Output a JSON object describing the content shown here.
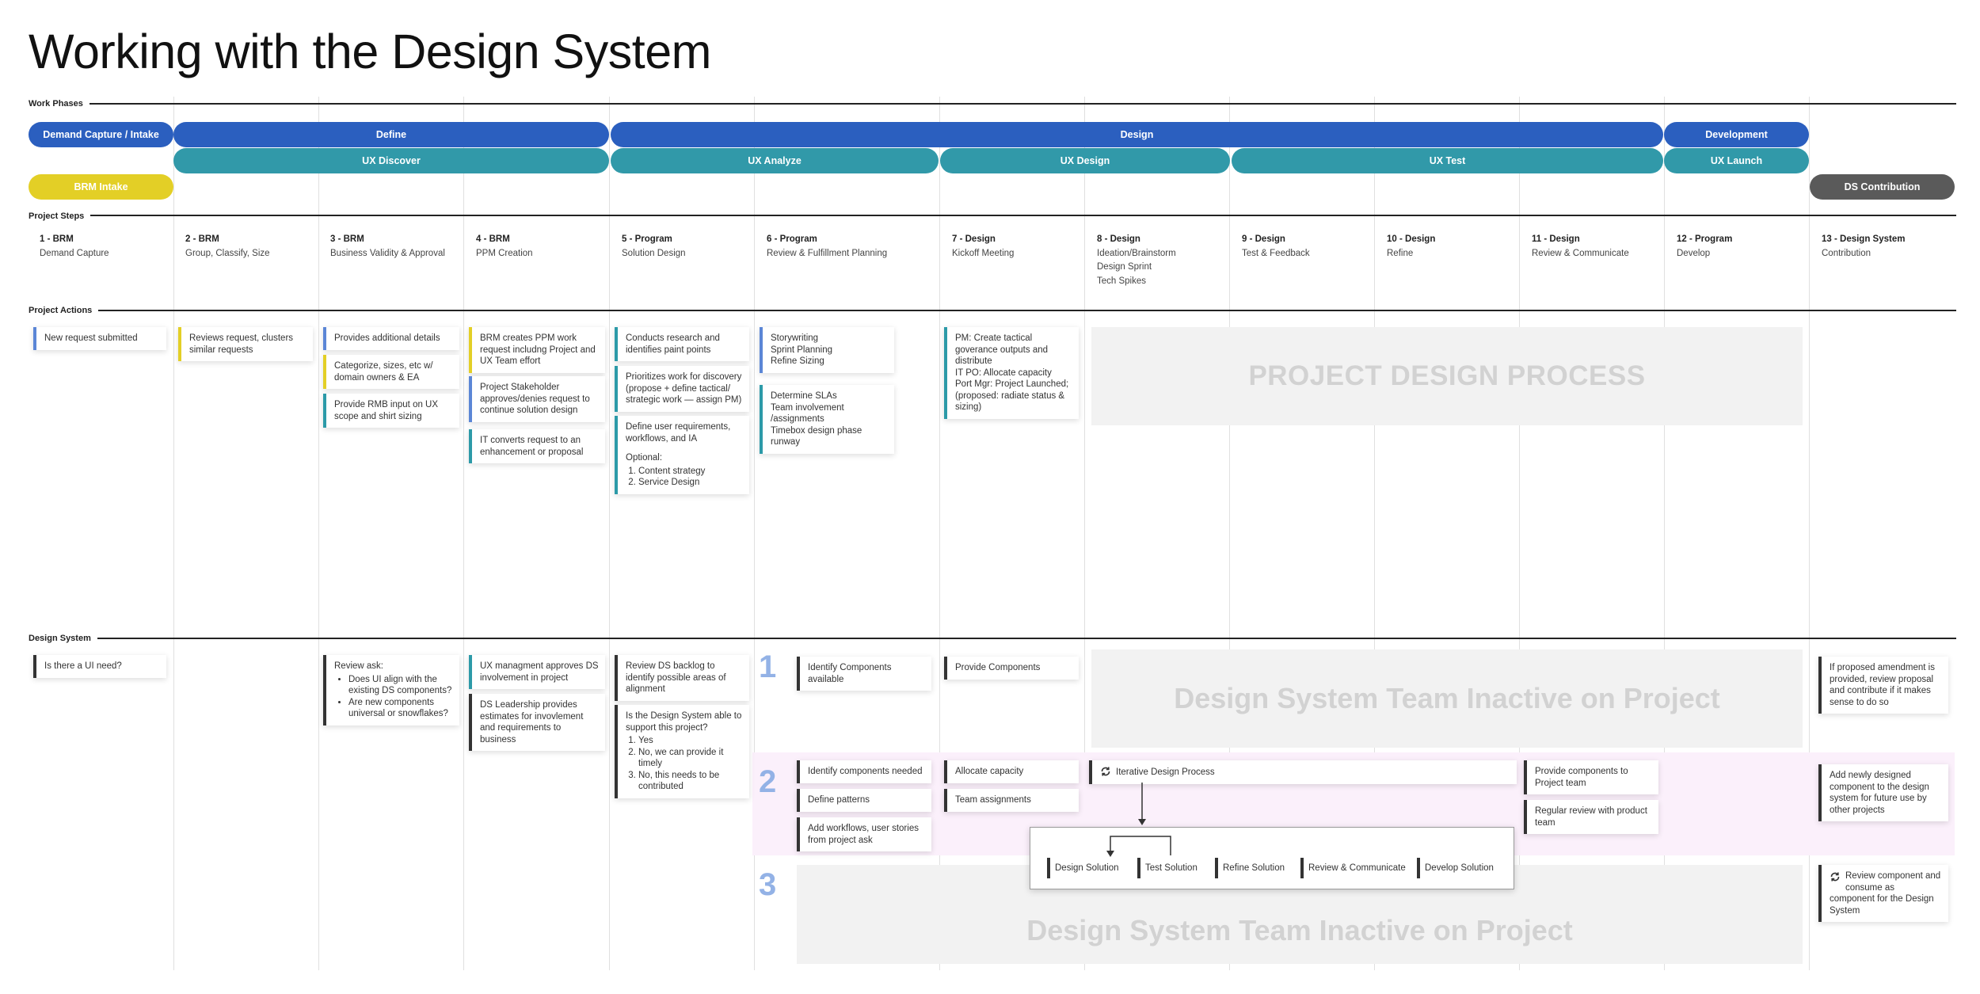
{
  "title": "Working with the Design System",
  "sections": {
    "work_phases": "Work Phases",
    "project_steps": "Project Steps",
    "project_actions": "Project Actions",
    "design_system": "Design System"
  },
  "phases": {
    "demand": "Demand Capture / Intake",
    "define": "Define",
    "design": "Design",
    "development": "Development",
    "ux_discover": "UX Discover",
    "ux_analyze": "UX Analyze",
    "ux_design": "UX Design",
    "ux_test": "UX Test",
    "ux_launch": "UX Launch",
    "brm_intake": "BRM Intake",
    "ds_contribution": "DS Contribution"
  },
  "colors": {
    "blue": "#2b5fbf",
    "teal": "#3199a9",
    "yellow": "#e3cf26",
    "gray": "#5a5a5a",
    "bar_blue": "#5b86d6",
    "bar_yellow": "#e3cf26",
    "bar_teal": "#2c9aa8",
    "bar_dark": "#333333",
    "lane_pink": "#fbf0fb",
    "number_blue": "#93b2e6"
  },
  "steps": [
    {
      "num": "1 - BRM",
      "lines": [
        "Demand Capture"
      ]
    },
    {
      "num": "2 - BRM",
      "lines": [
        "Group, Classify, Size"
      ]
    },
    {
      "num": "3 - BRM",
      "lines": [
        "Business Validity & Approval"
      ]
    },
    {
      "num": "4 - BRM",
      "lines": [
        "PPM Creation"
      ]
    },
    {
      "num": "5 - Program",
      "lines": [
        "Solution Design"
      ]
    },
    {
      "num": "6 - Program",
      "lines": [
        "Review & Fulfillment Planning"
      ]
    },
    {
      "num": "7 - Design",
      "lines": [
        "Kickoff Meeting"
      ]
    },
    {
      "num": "8 - Design",
      "lines": [
        "Ideation/Brainstorm",
        "Design Sprint",
        "Tech Spikes"
      ]
    },
    {
      "num": "9 - Design",
      "lines": [
        "Test & Feedback"
      ]
    },
    {
      "num": "10 - Design",
      "lines": [
        "Refine"
      ]
    },
    {
      "num": "11 - Design",
      "lines": [
        "Review & Communicate"
      ]
    },
    {
      "num": "12 - Program",
      "lines": [
        "Develop"
      ]
    },
    {
      "num": "13 - Design System",
      "lines": [
        "Contribution"
      ]
    }
  ],
  "actions": {
    "a1": "New request submitted",
    "a2": "Reviews request, clusters similar requests",
    "a3a": "Provides additional details",
    "a3b": "Categorize, sizes, etc w/ domain owners & EA",
    "a3c": "Provide RMB input on UX scope and shirt sizing",
    "a4a": "BRM creates PPM work request includng Project and UX Team effort",
    "a4b": "Project Stakeholder approves/denies request to continue solution design",
    "a4c": "IT converts request to an enhancement or proposal",
    "a5a": "Conducts research and identifies paint points",
    "a5b": "Prioritizes work for discovery (propose + define tactical/ strategic work — assign PM)",
    "a5c": "Define user requirements, workflows, and IA",
    "a5c_opt": "Optional:",
    "a5c_items": [
      "Content strategy",
      "Service Design"
    ],
    "a6a": [
      "Storywriting",
      "Sprint Planning",
      "Refine Sizing"
    ],
    "a6b": [
      "Determine SLAs",
      "Team involvement /assignments",
      "Timebox design phase runway"
    ],
    "a7": [
      "PM: Create tactical goverance outputs and distribute",
      "IT PO: Allocate capacity",
      "Port Mgr: Project Launched; (proposed: radiate status & sizing)"
    ],
    "pdp": "PROJECT DESIGN PROCESS"
  },
  "ds": {
    "d1": "Is there a UI need?",
    "d3_title": "Review ask:",
    "d3_items": [
      "Does UI align with the existing DS components?",
      "Are new components universal or snowflakes?"
    ],
    "d4a": "UX managment approves DS involvement in project",
    "d4b": "DS Leadership provides estimates for invovlement and requirements to business",
    "d5a": "Review DS backlog to identify possible areas of alignment",
    "d5b_q": "Is the Design System able to support this project?",
    "d5b_items": [
      "Yes",
      "No, we can provide it timely",
      "No, this needs to be contributed"
    ],
    "lane1_num": "1",
    "lane2_num": "2",
    "lane3_num": "3",
    "l1_identify": "Identify Components available",
    "l1_provide": "Provide Components",
    "inactive": "Design System Team Inactive on Project",
    "l1_13": "If proposed amendment is provided, review proposal and contribute if it makes sense to do so",
    "l2_needed": "Identify components needed",
    "l2_patterns": "Define patterns",
    "l2_workflows": "Add workflows, user stories from project ask",
    "l2_allocate": "Allocate capacity",
    "l2_team": "Team assignments",
    "l2_iterative": "Iterative Design Process",
    "l2_provide": "Provide components to Project team",
    "l2_review": "Regular review with product team",
    "l2_13": "Add newly designed component to the design system for future use by other projects",
    "solution_steps": [
      "Design Solution",
      "Test Solution",
      "Refine Solution",
      "Review & Communicate",
      "Develop Solution"
    ],
    "l3_13": "Review component and consume as component for the Design System"
  }
}
